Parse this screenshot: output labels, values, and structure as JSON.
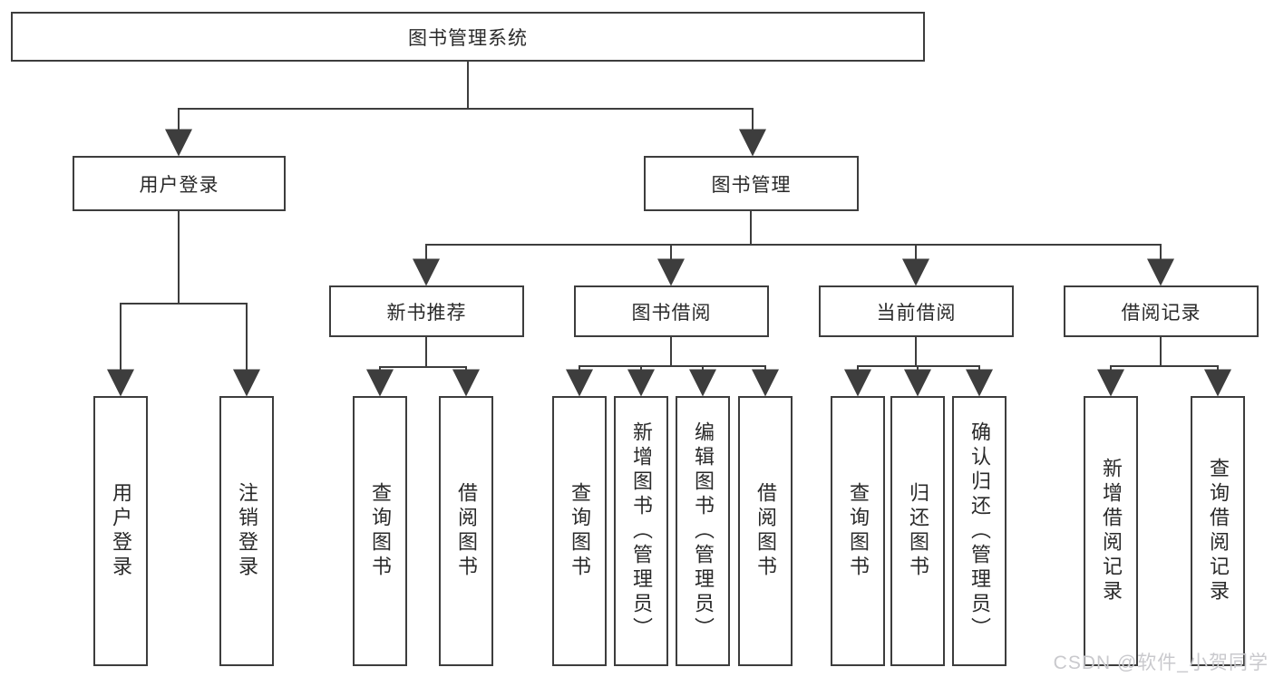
{
  "diagram_title": "图书管理系统",
  "colors": {
    "line": "#3d3d3d",
    "box_border": "#3d3d3d",
    "text": "#2a2a2a",
    "background": "#ffffff",
    "watermark": "#c9c9cd"
  },
  "root": {
    "label": "图书管理系统"
  },
  "branches": [
    {
      "label": "用户登录",
      "children": [
        {
          "label": "用户登录"
        },
        {
          "label": "注销登录"
        }
      ]
    },
    {
      "label": "图书管理",
      "children": [
        {
          "label": "新书推荐",
          "children": [
            {
              "label": "查询图书"
            },
            {
              "label": "借阅图书"
            }
          ]
        },
        {
          "label": "图书借阅",
          "children": [
            {
              "label": "查询图书"
            },
            {
              "label": "新增图书（管理员）"
            },
            {
              "label": "编辑图书（管理员）"
            },
            {
              "label": "借阅图书"
            }
          ]
        },
        {
          "label": "当前借阅",
          "children": [
            {
              "label": "查询图书"
            },
            {
              "label": "归还图书"
            },
            {
              "label": "确认归还（管理员）"
            }
          ]
        },
        {
          "label": "借阅记录",
          "children": [
            {
              "label": "新增借阅记录"
            },
            {
              "label": "查询借阅记录"
            }
          ]
        }
      ]
    }
  ],
  "watermark": "CSDN @软件_小贺同学"
}
